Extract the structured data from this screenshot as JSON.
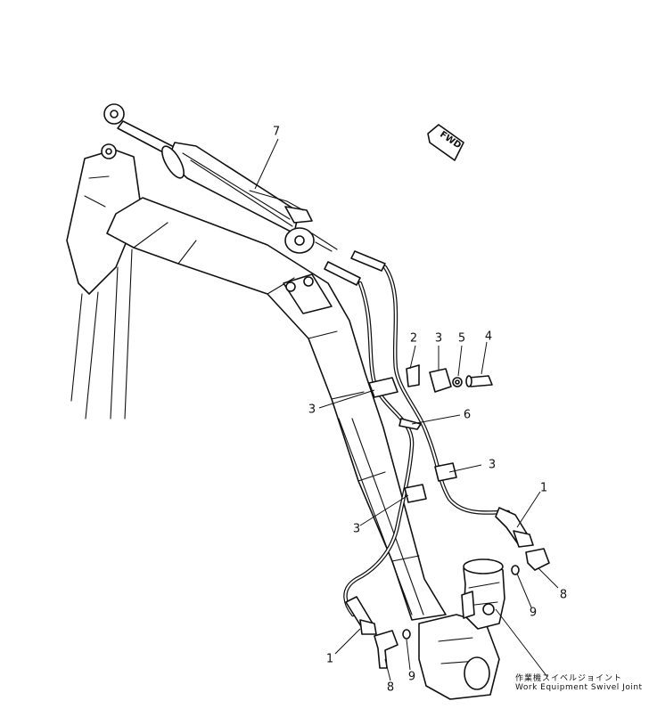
{
  "diagram": {
    "direction_label": "FWD",
    "callouts": {
      "c1_top": "1",
      "c1_bottom": "1",
      "c2": "2",
      "c3_a": "3",
      "c3_b": "3",
      "c3_c": "3",
      "c3_d": "3",
      "c4": "4",
      "c5": "5",
      "c6": "6",
      "c7": "7",
      "c8_right": "8",
      "c8_bottom": "8",
      "c9_right": "9",
      "c9_bottom": "9"
    },
    "swivel_joint_label_ja": "作業機スイベルジョイント",
    "swivel_joint_label_en": "Work Equipment Swivel Joint"
  }
}
